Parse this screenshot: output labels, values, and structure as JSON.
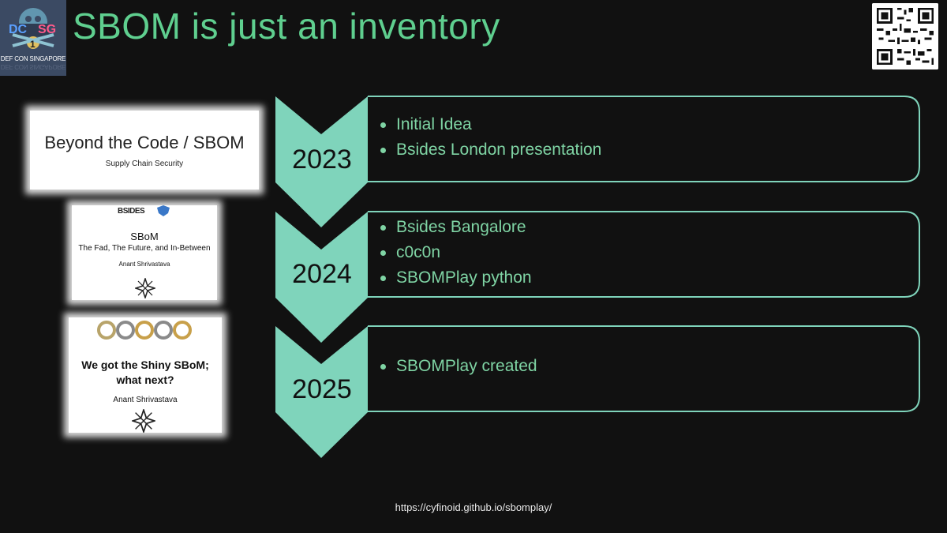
{
  "header": {
    "title": "SBOM is just an inventory",
    "logo": {
      "letters_left": "DC",
      "letters_right": "SG",
      "number": "1",
      "org": "DEF CON SINGAPORE"
    },
    "qr_icon": "qr-code-icon"
  },
  "thumbnails": {
    "first": {
      "title": "Beyond the Code / SBOM",
      "subtitle": "Supply Chain Security"
    },
    "second": {
      "badge": "BSIDES",
      "title": "SBoM",
      "subtitle": "The Fad, The Future, and In-Between",
      "author": "Anant Shrivastava"
    },
    "third": {
      "line1": "We got the Shiny SBoM;",
      "line2": "what next?",
      "author": "Anant Shrivastava"
    }
  },
  "timeline": [
    {
      "year": "2023",
      "items": [
        "Initial Idea",
        "Bsides London presentation"
      ]
    },
    {
      "year": "2024",
      "items": [
        "Bsides Bangalore",
        "c0c0n",
        "SBOMPlay python"
      ]
    },
    {
      "year": "2025",
      "items": [
        "SBOMPlay created"
      ]
    }
  ],
  "footer": {
    "url": "https://cyfinoid.github.io/sbomplay/"
  },
  "colors": {
    "accent": "#5fcf8f",
    "chevron": "#7fd4bb",
    "item_text": "#7fd4a4",
    "background": "#111111"
  }
}
